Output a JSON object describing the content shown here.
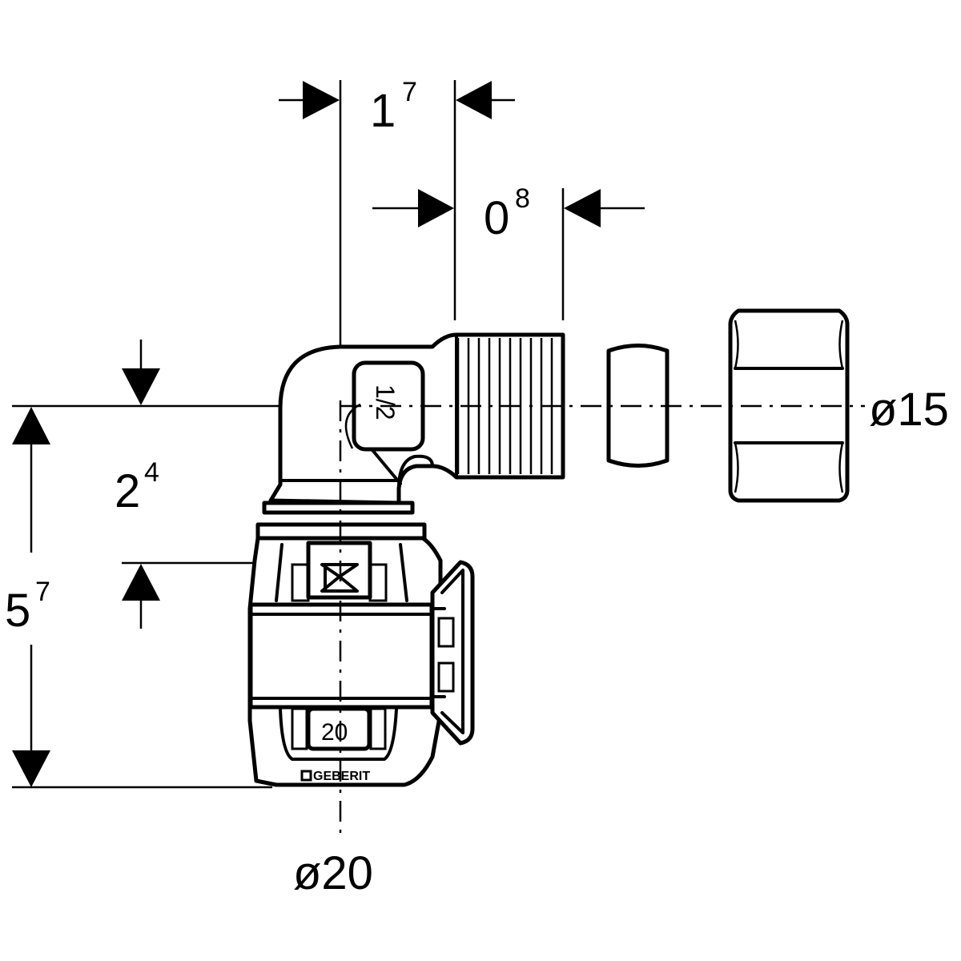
{
  "dimensions": {
    "horizontal_top": {
      "base": "1",
      "sup": "7"
    },
    "horizontal_mid": {
      "base": "0",
      "sup": "8"
    },
    "inner_vertical": {
      "base": "2",
      "sup": "4"
    },
    "outer_vertical": {
      "base": "5",
      "sup": "7"
    },
    "diameter_right": "ø15",
    "diameter_bottom": "ø20"
  },
  "markings": {
    "thread_size": "1/2",
    "pipe_size": "20",
    "brand": "GEBERIT"
  },
  "icons": {
    "arrowheads": "filled-triangle",
    "press-indicator": "bowtie-triangle-icon"
  },
  "colors": {
    "line": "#000000",
    "background": "#ffffff"
  }
}
